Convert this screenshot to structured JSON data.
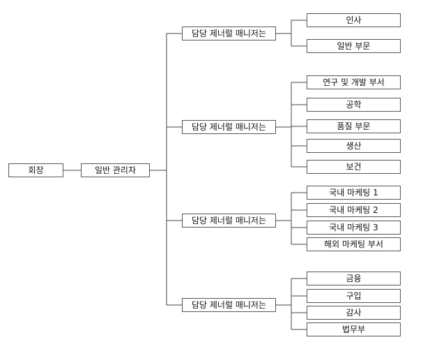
{
  "root": {
    "label": "회장"
  },
  "admin": {
    "label": "일반 관리자"
  },
  "managers": [
    {
      "label": "담당 제너럴 매니저는",
      "departments": [
        "인사",
        "일반 부문"
      ]
    },
    {
      "label": "담당 제너럴 매니저는",
      "departments": [
        "연구 및 개발 부서",
        "공학",
        "품질 부문",
        "생산",
        "보건"
      ]
    },
    {
      "label": "담당 제너럴 매니저는",
      "departments": [
        "국내 마케팅 1",
        "국내 마케팅 2",
        "국내 마케팅 3",
        "해외 마케팅 부서"
      ]
    },
    {
      "label": "담당 제너럴 매니저는",
      "departments": [
        "금융",
        "구입",
        "감사",
        "법무부"
      ]
    }
  ]
}
